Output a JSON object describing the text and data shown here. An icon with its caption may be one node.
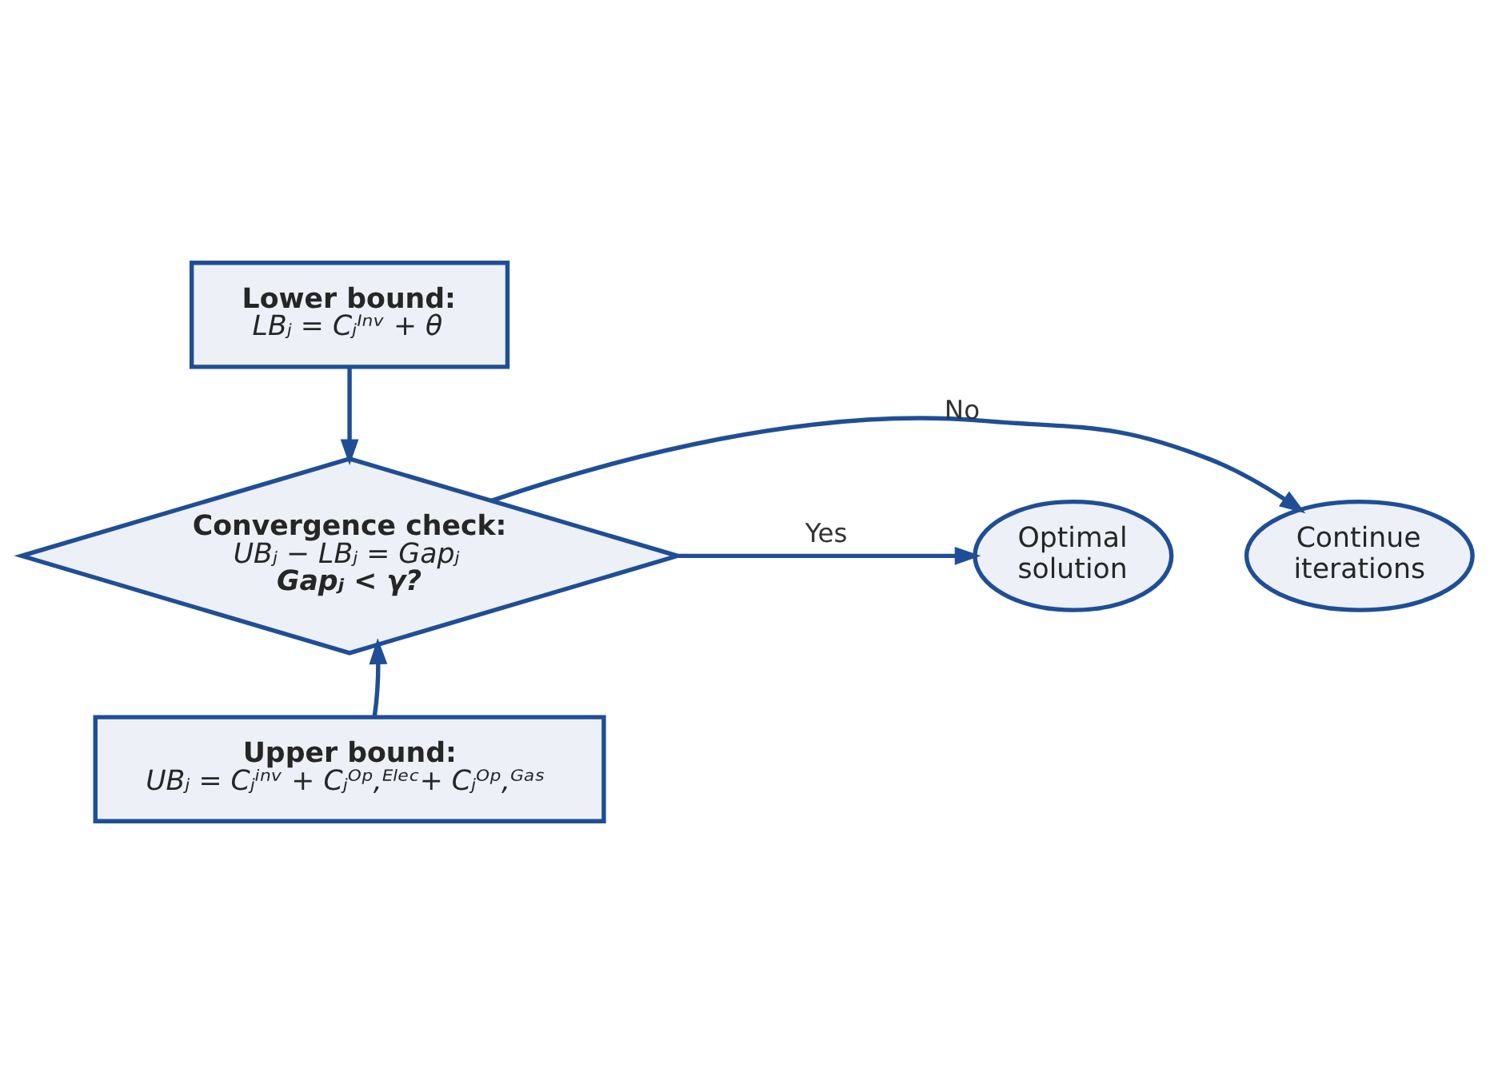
{
  "diagram": {
    "nodes": [
      {
        "text": [
          "Lower bound:",
          "LBⱼ = Cⱼᴵⁿᵛ + θ"
        ]
      },
      {
        "text": [
          "Continue iterations"
        ]
      },
      {
        "text": [
          "Convergence check:",
          "UBⱼ − LBⱼ = Gapⱼ",
          "Gapⱼ < γ?"
        ]
      },
      {
        "text": [
          "Optimal solution"
        ]
      },
      {
        "text": [
          "Upper bound:",
          "UBⱼ = Cⱼⁱⁿᵛ + Cⱼᴼᵖ,ᴱˡᵉᶜ+ Cⱼᴼᵖ,ᴳᵃˢ"
        ]
      }
    ],
    "edges": [
      {
        "from": 0,
        "to": 2,
        "arrow": "to"
      },
      {
        "from": 2,
        "to": 1,
        "arrow": "to",
        "label": "No"
      },
      {
        "from": 2,
        "to": 3,
        "arrow": "to",
        "label": "Yes"
      },
      {
        "from": 4,
        "to": 2,
        "arrow": "to"
      }
    ]
  }
}
